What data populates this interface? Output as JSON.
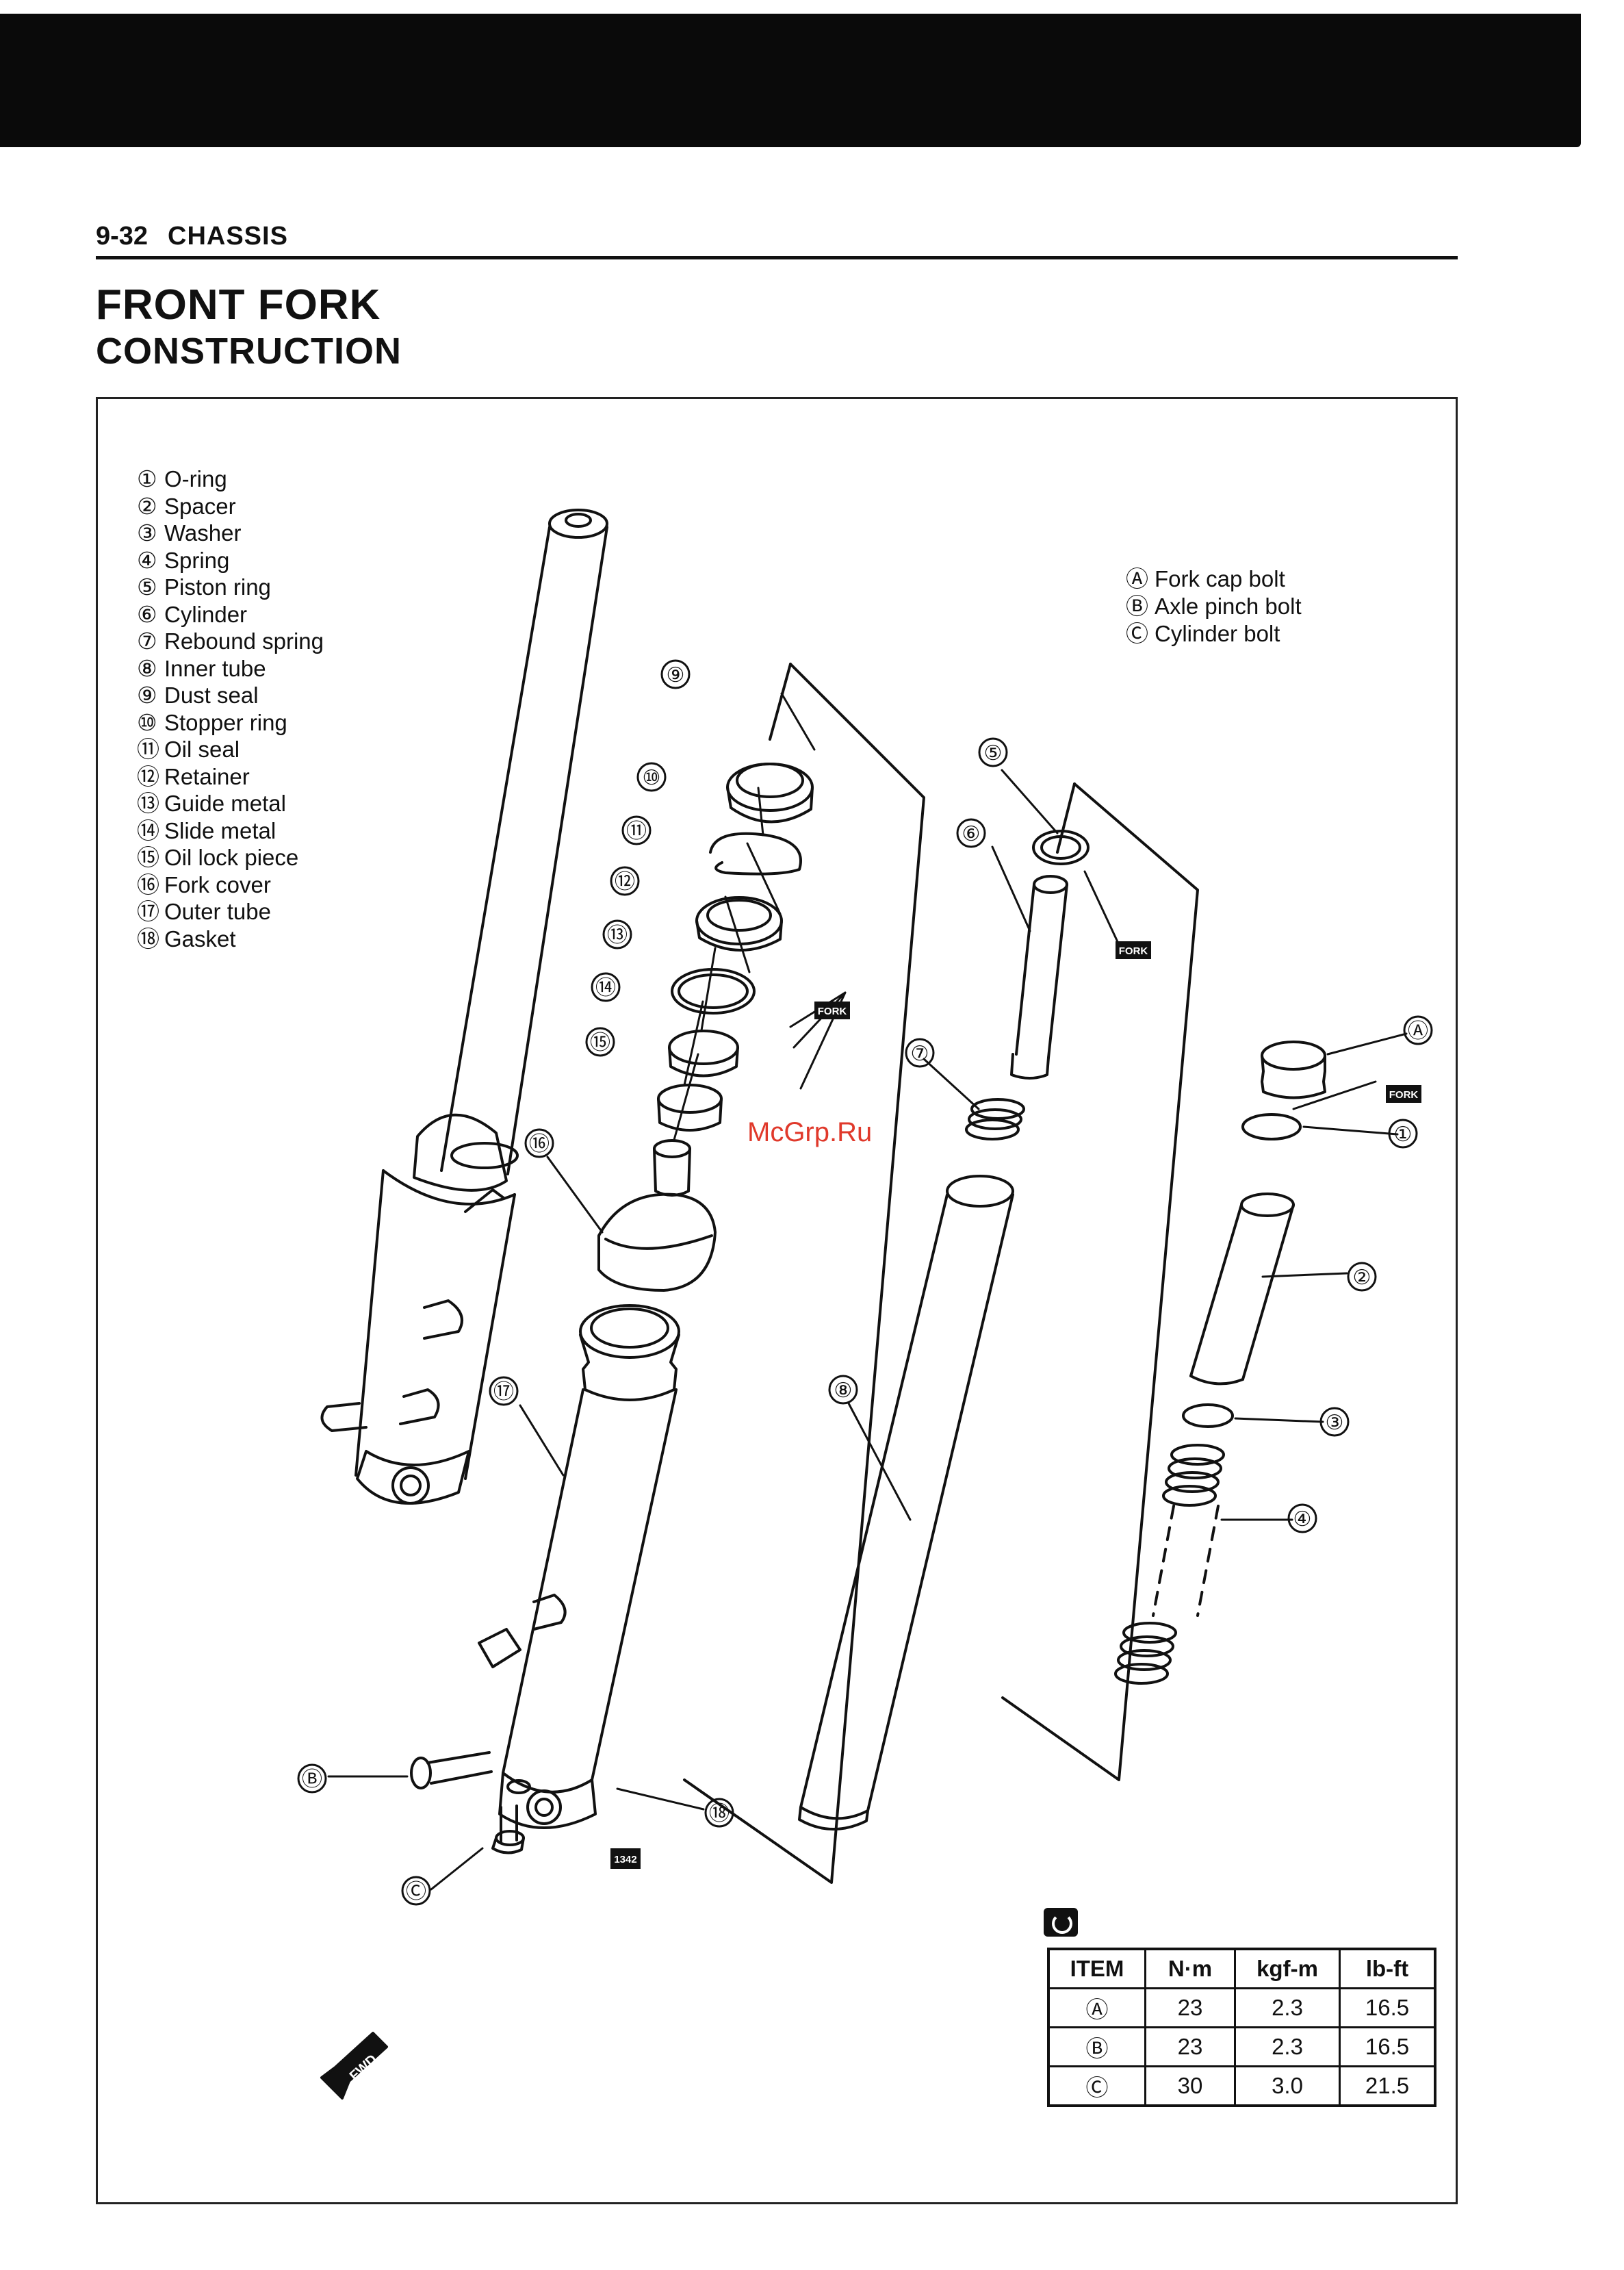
{
  "header": {
    "page_number": "9-32",
    "section": "CHASSIS"
  },
  "title": "FRONT FORK",
  "subtitle": "CONSTRUCTION",
  "parts_legend": [
    {
      "num": "①",
      "name": "O-ring"
    },
    {
      "num": "②",
      "name": "Spacer"
    },
    {
      "num": "③",
      "name": "Washer"
    },
    {
      "num": "④",
      "name": "Spring"
    },
    {
      "num": "⑤",
      "name": "Piston ring"
    },
    {
      "num": "⑥",
      "name": "Cylinder"
    },
    {
      "num": "⑦",
      "name": "Rebound spring"
    },
    {
      "num": "⑧",
      "name": "Inner tube"
    },
    {
      "num": "⑨",
      "name": "Dust seal"
    },
    {
      "num": "⑩",
      "name": "Stopper ring"
    },
    {
      "num": "⑪",
      "name": "Oil seal"
    },
    {
      "num": "⑫",
      "name": "Retainer"
    },
    {
      "num": "⑬",
      "name": "Guide metal"
    },
    {
      "num": "⑭",
      "name": "Slide metal"
    },
    {
      "num": "⑮",
      "name": "Oil lock piece"
    },
    {
      "num": "⑯",
      "name": "Fork cover"
    },
    {
      "num": "⑰",
      "name": "Outer tube"
    },
    {
      "num": "⑱",
      "name": "Gasket"
    }
  ],
  "bolt_legend": [
    {
      "num": "Ⓐ",
      "name": "Fork cap bolt"
    },
    {
      "num": "Ⓑ",
      "name": "Axle pinch bolt"
    },
    {
      "num": "Ⓒ",
      "name": "Cylinder bolt"
    }
  ],
  "callouts": {
    "c1": "①",
    "c2": "②",
    "c3": "③",
    "c4": "④",
    "c5": "⑤",
    "c6": "⑥",
    "c7": "⑦",
    "c8": "⑧",
    "c9": "⑨",
    "c10": "⑩",
    "c11": "⑪",
    "c12": "⑫",
    "c13": "⑬",
    "c14": "⑭",
    "c15": "⑮",
    "c16": "⑯",
    "c17": "⑰",
    "c18": "⑱",
    "cA": "Ⓐ",
    "cB": "Ⓑ",
    "cC": "Ⓒ"
  },
  "tags": {
    "fork_oil": "FORK",
    "thread_lock": "1342",
    "fwd": "FWD"
  },
  "watermark": "McGrp.Ru",
  "torque_table": {
    "headers": [
      "ITEM",
      "N·m",
      "kgf-m",
      "lb-ft"
    ],
    "rows": [
      {
        "item": "Ⓐ",
        "nm": "23",
        "kgfm": "2.3",
        "lbft": "16.5"
      },
      {
        "item": "Ⓑ",
        "nm": "23",
        "kgfm": "2.3",
        "lbft": "16.5"
      },
      {
        "item": "Ⓒ",
        "nm": "30",
        "kgfm": "3.0",
        "lbft": "21.5"
      }
    ]
  },
  "colors": {
    "ink": "#111111",
    "watermark": "#e0392b",
    "topbar": "#0a0a0a"
  }
}
